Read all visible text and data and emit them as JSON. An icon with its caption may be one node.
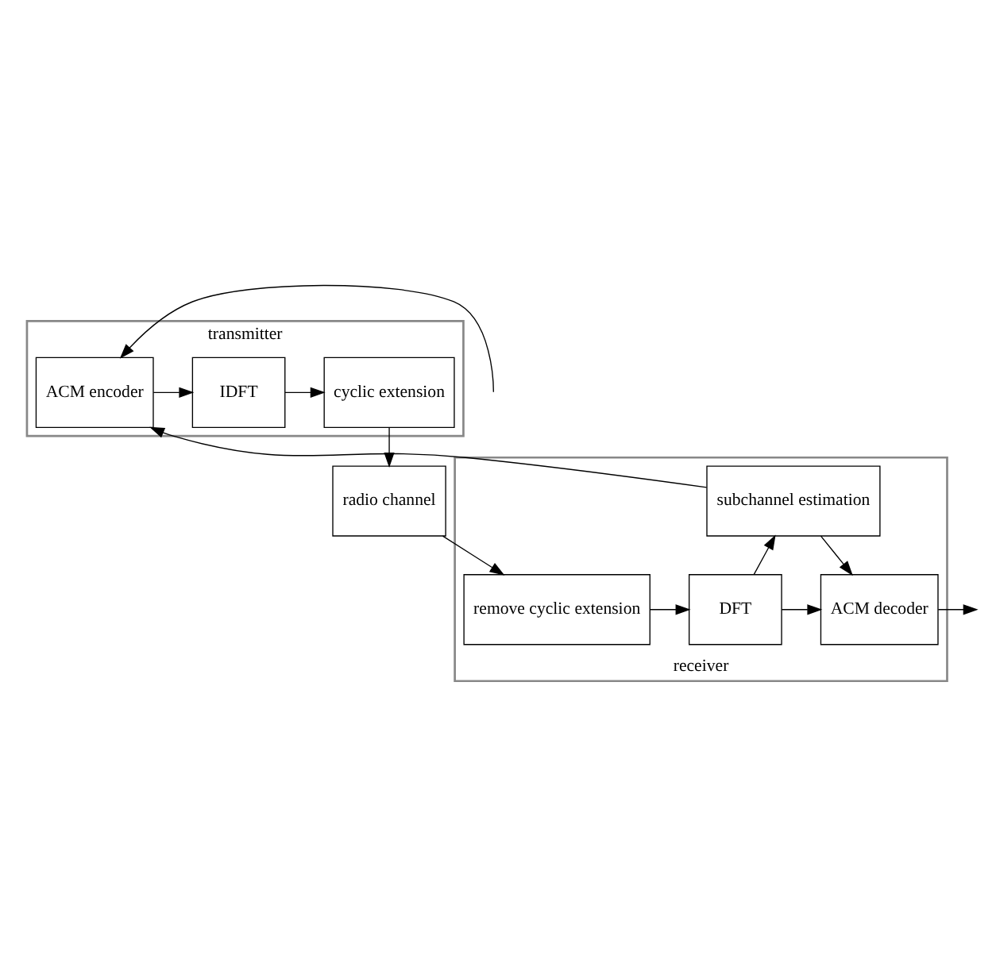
{
  "diagram": {
    "nodes": [
      {
        "text": [
          "transmitter"
        ]
      },
      {
        "text": [
          "ACM encoder"
        ],
        "in": 0
      },
      {
        "text": [
          "IDFT"
        ],
        "in": 0
      },
      {
        "text": [
          "cyclic extension"
        ],
        "in": 0
      },
      {
        "text": [
          "radio channel"
        ]
      },
      {
        "text": [
          "receiver"
        ]
      },
      {
        "text": [
          "subchannel estimation"
        ],
        "in": 5
      },
      {
        "text": [
          "ACM decoder"
        ],
        "in": 5
      },
      {
        "text": [
          "DFT"
        ],
        "in": 5
      },
      {
        "text": [
          "remove cyclic extension"
        ],
        "in": 5
      }
    ],
    "edges": [
      {
        "from": null,
        "to": 1,
        "arrow": "to"
      },
      {
        "from": 1,
        "to": 2,
        "arrow": "to"
      },
      {
        "from": 2,
        "to": 3,
        "arrow": "to"
      },
      {
        "from": 3,
        "to": 4,
        "arrow": "to"
      },
      {
        "from": 4,
        "to": 9,
        "arrow": "to"
      },
      {
        "from": 9,
        "to": 8,
        "arrow": "to"
      },
      {
        "from": 8,
        "to": 7,
        "arrow": "to"
      },
      {
        "from": 8,
        "to": 6,
        "arrow": "to"
      },
      {
        "from": 6,
        "to": 7,
        "arrow": "to"
      },
      {
        "from": 6,
        "to": 1,
        "arrow": "to"
      },
      {
        "from": 7,
        "to": null,
        "arrow": "to"
      }
    ]
  }
}
